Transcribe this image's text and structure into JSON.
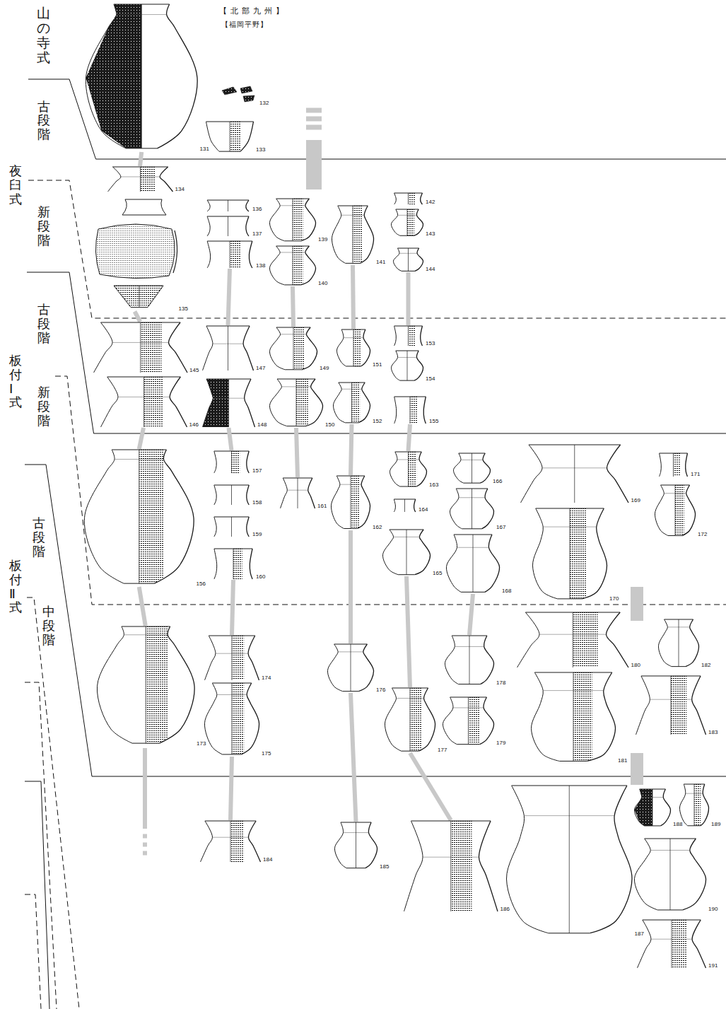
{
  "diagram": {
    "nodes": [
      {
        "text": [
          "131"
        ]
      },
      {
        "text": [
          "132"
        ]
      },
      {
        "text": [
          "133"
        ]
      },
      {
        "text": [
          "134"
        ]
      },
      {
        "text": [
          "135"
        ]
      },
      {
        "text": [
          "136"
        ]
      },
      {
        "text": [
          "137"
        ]
      },
      {
        "text": [
          "138"
        ]
      },
      {
        "text": [
          "139"
        ]
      },
      {
        "text": [
          "140"
        ]
      },
      {
        "text": [
          "141"
        ]
      },
      {
        "text": [
          "142"
        ]
      },
      {
        "text": [
          "143"
        ]
      },
      {
        "text": [
          "144"
        ]
      },
      {
        "text": [
          "145"
        ]
      },
      {
        "text": [
          "146"
        ]
      },
      {
        "text": [
          "147"
        ]
      },
      {
        "text": [
          "148"
        ]
      },
      {
        "text": [
          "149"
        ]
      },
      {
        "text": [
          "150"
        ]
      },
      {
        "text": [
          "151"
        ]
      },
      {
        "text": [
          "152"
        ]
      },
      {
        "text": [
          "153"
        ]
      },
      {
        "text": [
          "154"
        ]
      },
      {
        "text": [
          "155"
        ]
      },
      {
        "text": [
          "156"
        ]
      },
      {
        "text": [
          "157"
        ]
      },
      {
        "text": [
          "158"
        ]
      },
      {
        "text": [
          "159"
        ]
      },
      {
        "text": [
          "160"
        ]
      },
      {
        "text": [
          "161"
        ]
      },
      {
        "text": [
          "162"
        ]
      },
      {
        "text": [
          "163"
        ]
      },
      {
        "text": [
          "164"
        ]
      },
      {
        "text": [
          "165"
        ]
      },
      {
        "text": [
          "166"
        ]
      },
      {
        "text": [
          "167"
        ]
      },
      {
        "text": [
          "168"
        ]
      },
      {
        "text": [
          "169"
        ]
      },
      {
        "text": [
          "170"
        ]
      },
      {
        "text": [
          "171"
        ]
      },
      {
        "text": [
          "172"
        ]
      },
      {
        "text": [
          "173"
        ]
      },
      {
        "text": [
          "174"
        ]
      },
      {
        "text": [
          "175"
        ]
      },
      {
        "text": [
          "176"
        ]
      },
      {
        "text": [
          "177"
        ]
      },
      {
        "text": [
          "178"
        ]
      },
      {
        "text": [
          "179"
        ]
      },
      {
        "text": [
          "180"
        ]
      },
      {
        "text": [
          "181"
        ]
      },
      {
        "text": [
          "182"
        ]
      },
      {
        "text": [
          "183"
        ]
      },
      {
        "text": [
          "184"
        ]
      },
      {
        "text": [
          "185"
        ]
      },
      {
        "text": [
          "186"
        ]
      },
      {
        "text": [
          "187"
        ]
      },
      {
        "text": [
          "188"
        ]
      },
      {
        "text": [
          "189"
        ]
      },
      {
        "text": [
          "190"
        ]
      },
      {
        "text": [
          "191"
        ]
      }
    ],
    "edges": [
      {
        "from": 0,
        "to": 3,
        "arrow": "none"
      },
      {
        "from": 4,
        "to": 14,
        "arrow": "none"
      },
      {
        "from": 15,
        "to": 25,
        "arrow": "none"
      },
      {
        "from": 25,
        "to": 42,
        "arrow": "none"
      },
      {
        "from": 7,
        "to": 16,
        "arrow": "none"
      },
      {
        "from": 17,
        "to": 26,
        "arrow": "none"
      },
      {
        "from": 29,
        "to": 43,
        "arrow": "none"
      },
      {
        "from": 44,
        "to": 53,
        "arrow": "none"
      },
      {
        "from": 9,
        "to": 18,
        "arrow": "none"
      },
      {
        "from": 19,
        "to": 30,
        "arrow": "none"
      },
      {
        "from": 10,
        "to": 20,
        "arrow": "none"
      },
      {
        "from": 21,
        "to": 31,
        "arrow": "none"
      },
      {
        "from": 31,
        "to": 45,
        "arrow": "none"
      },
      {
        "from": 45,
        "to": 54,
        "arrow": "none"
      },
      {
        "from": 13,
        "to": 22,
        "arrow": "none"
      },
      {
        "from": 24,
        "to": 32,
        "arrow": "none"
      },
      {
        "from": 34,
        "to": 46,
        "arrow": "none"
      },
      {
        "from": 46,
        "to": 55,
        "arrow": "none"
      },
      {
        "from": 37,
        "to": 47,
        "arrow": "none"
      }
    ],
    "labels": [
      "【北部九州】",
      "【福岡平野】",
      "山の寺式",
      "古段階",
      "夜臼式",
      "新段階",
      "古段階",
      "板付Ⅰ式",
      "新段階",
      "古段階",
      "板付Ⅱ式",
      "中段階"
    ]
  }
}
